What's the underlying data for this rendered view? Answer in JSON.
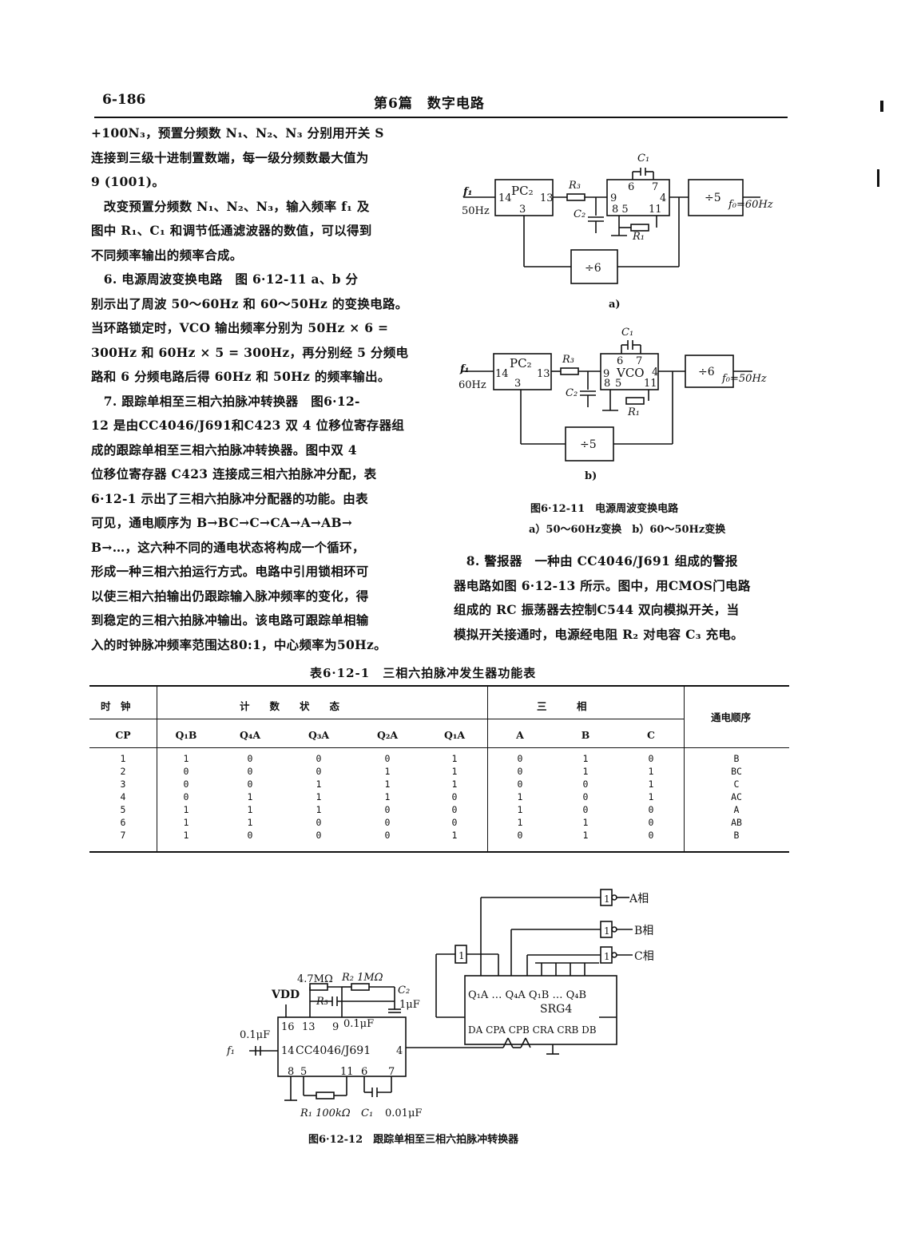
{
  "header": {
    "page_number": "6-186",
    "chapter": "第6篇　数字电路"
  },
  "left_column": {
    "lines": [
      "+100N₃，预置分频数 N₁、N₂、N₃ 分别用开关 S",
      "连接到三级十进制置数端，每一级分频数最大值为",
      "9 (1001)。",
      "　改变预置分频数 N₁、N₂、N₃，输入频率 f₁ 及",
      "图中 R₁、C₁ 和调节低通滤波器的数值，可以得到",
      "不同频率输出的频率合成。",
      "　6. 电源周波变换电路　图 6·12-11 a、b 分",
      "别示出了周波 50～60Hz 和 60～50Hz 的变换电路。",
      "当环路锁定时，VCO 输出频率分别为 50Hz × 6 =",
      "300Hz 和 60Hz × 5 = 300Hz，再分别经 5 分频电",
      "路和 6 分频电路后得 60Hz 和 50Hz 的频率输出。",
      "　7. 跟踪单相至三相六拍脉冲转换器　图6·12-",
      "12 是由CC4046/J691和C423 双 4 位移位寄存器组",
      "成的跟踪单相至三相六拍脉冲转换器。图中双 4",
      "位移位寄存器 C423 连接成三相六拍脉冲分配，表",
      "6·12-1 示出了三相六拍脉冲分配器的功能。由表",
      "可见，通电顺序为 B→BC→C→CA→A→AB→",
      "B→…，这六种不同的通电状态将构成一个循环，",
      "形成一种三相六拍运行方式。电路中引用锁相环可",
      "以使三相六拍输出仍跟踪输入脉冲频率的变化，得",
      "到稳定的三相六拍脉冲输出。该电路可跟踪单相输",
      "入的时钟脉冲频率范围达80:1，中心频率为50Hz。"
    ]
  },
  "right_column": {
    "lines": [
      "　8. 警报器　一种由 CC4046/J691 组成的警报",
      "器电路如图 6·12-13 所示。图中，用CMOS门电路",
      "组成的 RC 振荡器去控制C544 双向模拟开关，当",
      "模拟开关接通时，电源经电阻 R₂ 对电容 C₃ 充电。"
    ]
  },
  "figure_11": {
    "caption": "图6·12-11　电源周波变换电路",
    "subcaption": "a）50～60Hz变换　b）60～50Hz变换",
    "a": {
      "label": "a)",
      "pc": "PC₂",
      "c1": "C₁",
      "c2": "C₂",
      "r3": "R₃",
      "r1": "R₁",
      "in_f": "f₁",
      "in_freq": "50Hz",
      "div_out": "÷5",
      "div_fb": "÷6",
      "out": "f₀=60Hz",
      "pins": [
        "14",
        "13",
        "3",
        "9",
        "6",
        "7",
        "4",
        "8 5",
        "11"
      ]
    },
    "b": {
      "label": "b)",
      "pc": "PC₂",
      "vco": "VCO",
      "c1": "C₁",
      "c2": "C₂",
      "r3": "R₃",
      "r1": "R₁",
      "in_f": "f₁",
      "in_freq": "60Hz",
      "div_out": "÷6",
      "div_fb": "÷5",
      "out": "f₀=50Hz",
      "pins": [
        "14",
        "13",
        "3",
        "9",
        "6",
        "7",
        "4",
        "8",
        "5",
        "11"
      ]
    }
  },
  "table": {
    "title": "表6·12-1　三相六拍脉冲发生器功能表",
    "group_headers": [
      "时　钟",
      "计　　数　　状　　态",
      "三　　　相",
      "通电顺序"
    ],
    "columns": [
      "CP",
      "Q₁B",
      "Q₄A",
      "Q₃A",
      "Q₂A",
      "Q₁A",
      "A",
      "B",
      "C"
    ],
    "rows": [
      [
        "1",
        "1",
        "0",
        "0",
        "0",
        "1",
        "0",
        "1",
        "0",
        "B"
      ],
      [
        "2",
        "0",
        "0",
        "0",
        "1",
        "1",
        "0",
        "1",
        "1",
        "BC"
      ],
      [
        "3",
        "0",
        "0",
        "1",
        "1",
        "1",
        "0",
        "0",
        "1",
        "C"
      ],
      [
        "4",
        "0",
        "1",
        "1",
        "1",
        "0",
        "1",
        "0",
        "1",
        "AC"
      ],
      [
        "5",
        "1",
        "1",
        "1",
        "0",
        "0",
        "1",
        "0",
        "0",
        "A"
      ],
      [
        "6",
        "1",
        "1",
        "0",
        "0",
        "0",
        "1",
        "1",
        "0",
        "AB"
      ],
      [
        "7",
        "1",
        "0",
        "0",
        "0",
        "1",
        "0",
        "1",
        "0",
        "B"
      ]
    ]
  },
  "figure_12": {
    "caption": "图6·12-12　跟踪单相至三相六拍脉冲转换器",
    "chip": "CC4046/J691",
    "srg": "SRG4",
    "vdd": "VDD",
    "r2": "R₂ 1MΩ",
    "r_47": "4.7MΩ",
    "r3": "R₃",
    "c2": "C₂",
    "c2_val": "1μF",
    "c_01": "0.1μF",
    "c_in": "0.1μF",
    "f_in": "f₁",
    "r1": "R₁ 100kΩ",
    "c1": "C₁",
    "c1_val": "0.01μF",
    "pins": [
      "16",
      "13",
      "9",
      "14",
      "4",
      "8",
      "5",
      "11",
      "6",
      "7"
    ],
    "srg_outputs": "Q₁A … Q₄A Q₁B … Q₄B",
    "srg_inputs": "DA  CPA CPB  CRA CRB  DB",
    "gate": "1",
    "phase_a": "A相",
    "phase_b": "B相",
    "phase_c": "C相"
  }
}
